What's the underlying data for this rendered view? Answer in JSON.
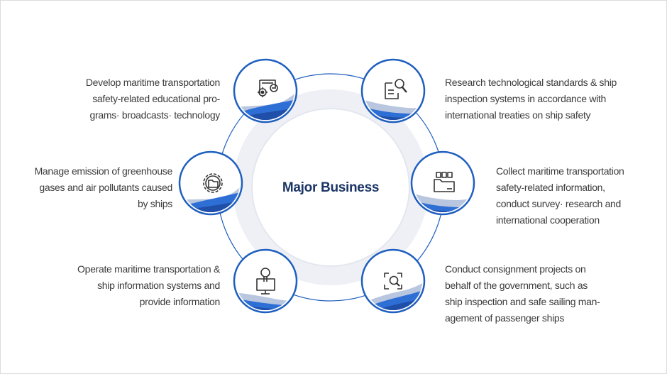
{
  "center": {
    "title": "Major Business"
  },
  "colors": {
    "ring_blue": "#1f5fbf",
    "wave_dark": "#1f4fa8",
    "wave_mid": "#2e6fd6",
    "wave_light": "#b9c6df",
    "center_title": "#1b3566",
    "text": "#3b3b3b"
  },
  "items": [
    {
      "icon": "gear-document-icon",
      "lines": [
        "Develop maritime transportation",
        "safety-related educational pro-",
        "grams· broadcasts· technology"
      ]
    },
    {
      "icon": "document-search-icon",
      "lines": [
        "Research technological standards & ship",
        "inspection systems in accordance with",
        "international treaties on ship safety"
      ]
    },
    {
      "icon": "gear-folder-icon",
      "lines": [
        "Manage emission of greenhouse",
        "gases and air pollutants caused",
        "by ships"
      ]
    },
    {
      "icon": "folder-files-icon",
      "lines": [
        "Collect maritime transportation",
        "safety-related information,",
        "conduct survey· research and",
        "international cooperation"
      ]
    },
    {
      "icon": "monitor-bulb-icon",
      "lines": [
        "Operate maritime transportation &",
        "ship information systems and",
        "provide information"
      ]
    },
    {
      "icon": "scan-search-icon",
      "lines": [
        "Conduct consignment projects on",
        "behalf of the government, such as",
        "ship inspection and safe sailing man-",
        "agement of passenger ships"
      ]
    }
  ]
}
